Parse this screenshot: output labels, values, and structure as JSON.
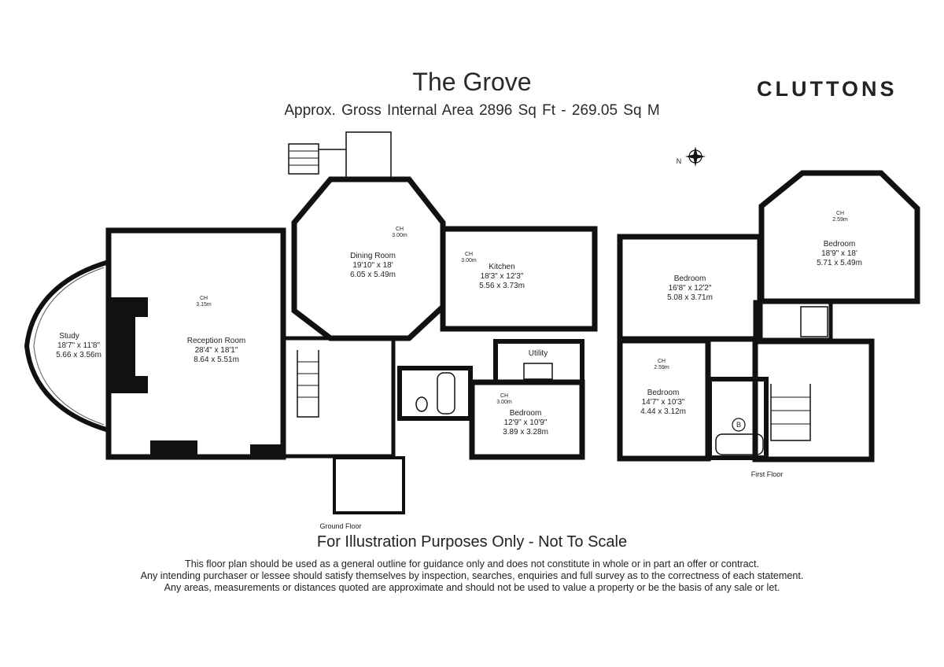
{
  "header": {
    "title": "The Grove",
    "subtitle": "Approx. Gross Internal Area  2896 Sq Ft  -  269.05 Sq M",
    "brand": "CLUTTONS"
  },
  "compass": {
    "label": "N"
  },
  "floors": {
    "ground": "Ground Floor",
    "first": "First Floor"
  },
  "rooms": {
    "study": {
      "name": "Study",
      "imperial": "18'7\" x 11'8\"",
      "metric": "5.66 x 3.56m"
    },
    "reception": {
      "name": "Reception Room",
      "imperial": "28'4\" x 18'1\"",
      "metric": "8.64 x 5.51m",
      "ch": "CH",
      "height": "3.15m"
    },
    "dining": {
      "name": "Dining Room",
      "imperial": "19'10\" x 18'",
      "metric": "6.05 x 5.49m",
      "ch": "CH",
      "height": "3.00m"
    },
    "kitchen": {
      "name": "Kitchen",
      "imperial": "18'3\" x 12'3\"",
      "metric": "5.56 x 3.73m",
      "ch": "CH",
      "height": "3.00m"
    },
    "utility": {
      "name": "Utility"
    },
    "bedroom_g": {
      "name": "Bedroom",
      "imperial": "12'9\" x 10'9\"",
      "metric": "3.89 x 3.28m",
      "ch": "CH",
      "height": "3.00m"
    },
    "bedroom_f1": {
      "name": "Bedroom",
      "imperial": "16'8\" x 12'2\"",
      "metric": "5.08 x 3.71m"
    },
    "bedroom_f2": {
      "name": "Bedroom",
      "imperial": "18'9\" x 18'",
      "metric": "5.71 x 5.49m",
      "ch": "CH",
      "height": "2.59m"
    },
    "bedroom_f3": {
      "name": "Bedroom",
      "imperial": "14'7\" x 10'3\"",
      "metric": "4.44 x 3.12m",
      "ch": "CH",
      "height": "2.59m"
    },
    "boiler": {
      "label": "B"
    }
  },
  "footer": {
    "notice": "For Illustration Purposes Only - Not To Scale",
    "lines": [
      "This floor plan should be used as a general outline for guidance only and does not constitute in whole or in part an offer or contract.",
      "Any intending purchaser or lessee should satisfy themselves by inspection, searches, enquiries and full survey as to the correctness of each statement.",
      "Any areas, measurements or distances quoted are approximate and should not be used to value a property or be the basis of any sale or let."
    ]
  },
  "colors": {
    "wall": "#111111",
    "ink": "#222222"
  }
}
